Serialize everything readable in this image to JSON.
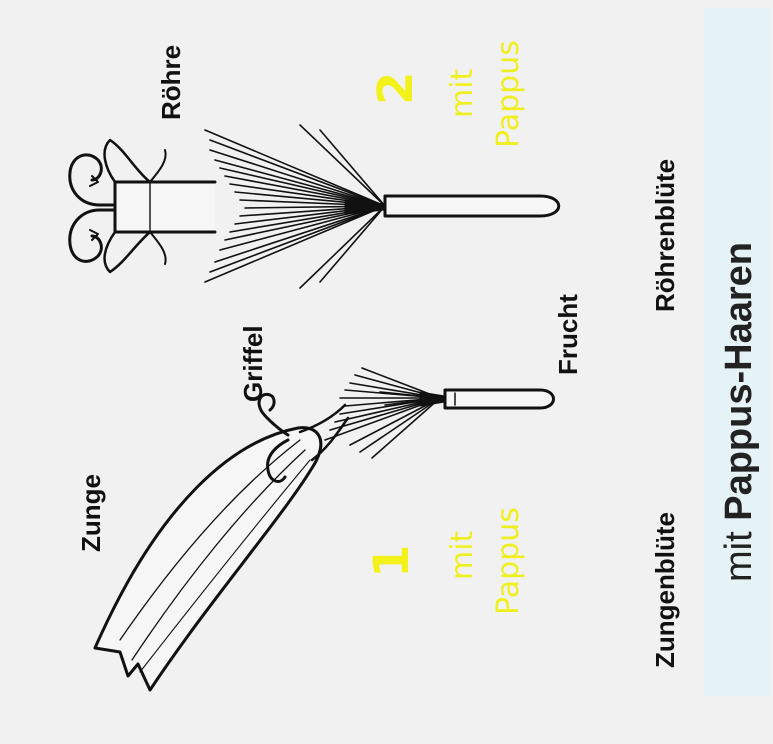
{
  "labels": {
    "zunge": "Zunge",
    "griffel": "Griffel",
    "roehre": "Röhre",
    "frucht": "Frucht",
    "zungenbluete": "Zungenblüte",
    "roehrenbluete": "Röhrenblüte"
  },
  "annotations": {
    "one_number": "1",
    "one_mit": "mit",
    "one_pappus": "Pappus",
    "two_number": "2",
    "two_mit": "mit",
    "two_pappus": "Pappus"
  },
  "caption": {
    "prefix": "mit ",
    "emphasis": "Pappus-Haaren"
  },
  "colors": {
    "annotation_yellow": "#efef20",
    "caption_strip": "#e6f3f6",
    "background": "#f1f1f1",
    "ink": "#111111"
  }
}
